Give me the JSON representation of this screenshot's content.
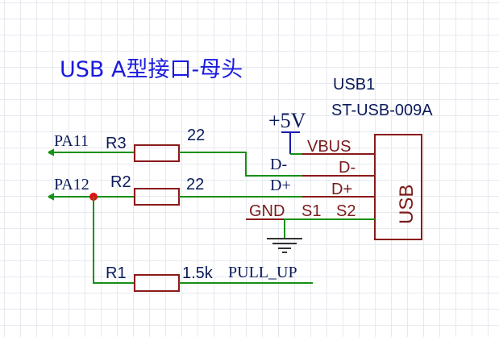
{
  "title": "USB A型接口-母头",
  "connector": {
    "designator": "USB1",
    "part_number": "ST-USB-009A",
    "body_label": "USB",
    "pins": {
      "vbus": "VBUS",
      "dminus": "D-",
      "dplus": "D+",
      "gnd": "GND",
      "s1": "S1",
      "s2": "S2"
    }
  },
  "power": {
    "label": "+5V"
  },
  "nets": {
    "pa11": "PA11",
    "pa12": "PA12",
    "dminus": "D-",
    "dplus": "D+",
    "pull_up": "PULL_UP"
  },
  "resistors": {
    "r3": {
      "designator": "R3",
      "value": "22"
    },
    "r2": {
      "designator": "R2",
      "value": "22"
    },
    "r1": {
      "designator": "R1",
      "value": "1.5k"
    }
  },
  "colors": {
    "wire": "#159015",
    "part": "#8a1a1a",
    "power": "#1a1ab0",
    "junction": "#dd1111",
    "title": "#1a1adf"
  }
}
